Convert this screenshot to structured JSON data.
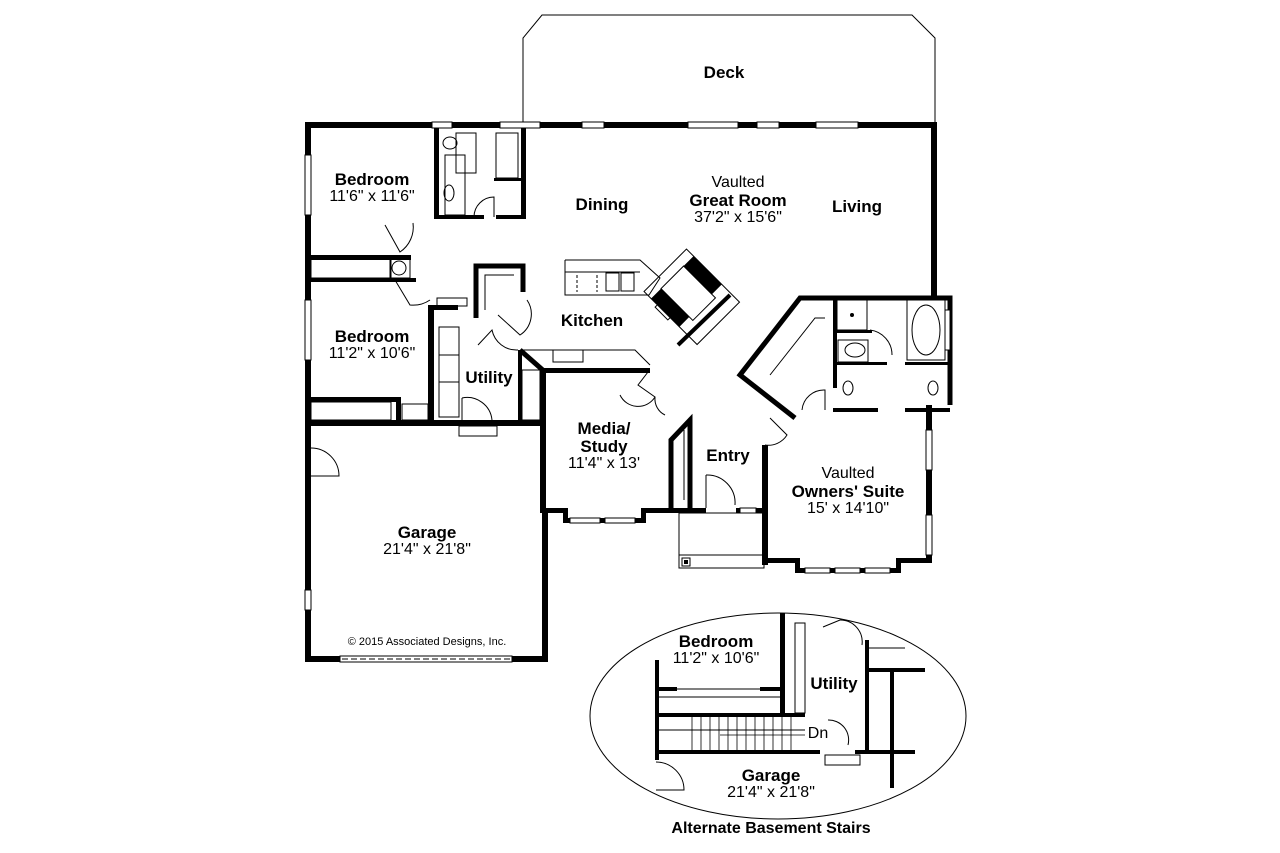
{
  "plan": {
    "rooms": {
      "deck": {
        "name": "Deck"
      },
      "bedroom1": {
        "name": "Bedroom",
        "size": "11'6\" x 11'6\""
      },
      "dining": {
        "name": "Dining"
      },
      "great_room": {
        "prefix": "Vaulted",
        "name": "Great Room",
        "size": "37'2\" x 15'6\""
      },
      "living": {
        "name": "Living"
      },
      "kitchen": {
        "name": "Kitchen"
      },
      "bedroom2": {
        "name": "Bedroom",
        "size": "11'2\" x 10'6\""
      },
      "utility": {
        "name": "Utility"
      },
      "media": {
        "name_line1": "Media/",
        "name_line2": "Study",
        "size": "11'4\" x 13'"
      },
      "entry": {
        "name": "Entry"
      },
      "owners_suite": {
        "prefix": "Vaulted",
        "name": "Owners' Suite",
        "size": "15' x 14'10\""
      },
      "garage": {
        "name": "Garage",
        "size": "21'4\" x 21'8\""
      }
    },
    "copyright": "© 2015 Associated Designs, Inc."
  },
  "inset": {
    "rooms": {
      "bedroom": {
        "name": "Bedroom",
        "size": "11'2\" x 10'6\""
      },
      "utility": {
        "name": "Utility"
      },
      "stairs": {
        "label": "Dn"
      },
      "garage": {
        "name": "Garage",
        "size": "21'4\" x 21'8\""
      }
    },
    "caption": "Alternate Basement Stairs"
  }
}
